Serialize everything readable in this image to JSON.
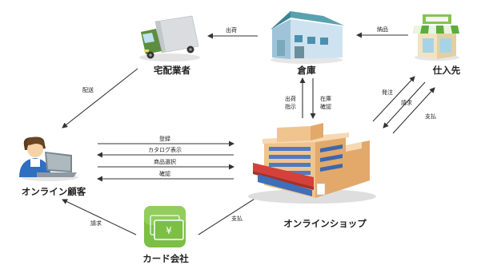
{
  "nodes": {
    "delivery": "宅配業者",
    "warehouse": "倉庫",
    "supplier": "仕入先",
    "customer": "オンライン顧客",
    "shop": "オンラインショップ",
    "card": "カード会社"
  },
  "edges": {
    "shipping": "出荷",
    "delivery_in": "納品",
    "delivery_out": "配送",
    "ship_instr_1": "出荷",
    "ship_instr_2": "指示",
    "stock_1": "在庫",
    "stock_2": "確認",
    "order": "発注",
    "invoice_supplier": "請求",
    "pay_supplier": "支払",
    "register": "登録",
    "catalog": "カタログ表示",
    "select": "商品選択",
    "confirm": "確認",
    "invoice_card": "請求",
    "pay_card": "支払"
  },
  "icons": {
    "truck": "delivery-truck-icon",
    "warehouse": "warehouse-icon",
    "store": "store-icon",
    "person": "customer-at-laptop-icon",
    "shop": "shop-building-icon",
    "card": "card-cash-icon"
  },
  "card_icon_text": "¥",
  "colors": {
    "arrow": "#333333",
    "shop_body": "#f0c48e",
    "shop_windows": "#4f79c4",
    "shop_awning": "#d4413a",
    "card_green": "#7cbf45",
    "warehouse_wall": "#cfe2ef",
    "warehouse_roof": "#5aa1b0",
    "truck_box": "#d9dddf",
    "truck_cab": "#5c8f3d",
    "store_green": "#86c44b",
    "person_shirt": "#2f6fc0"
  }
}
